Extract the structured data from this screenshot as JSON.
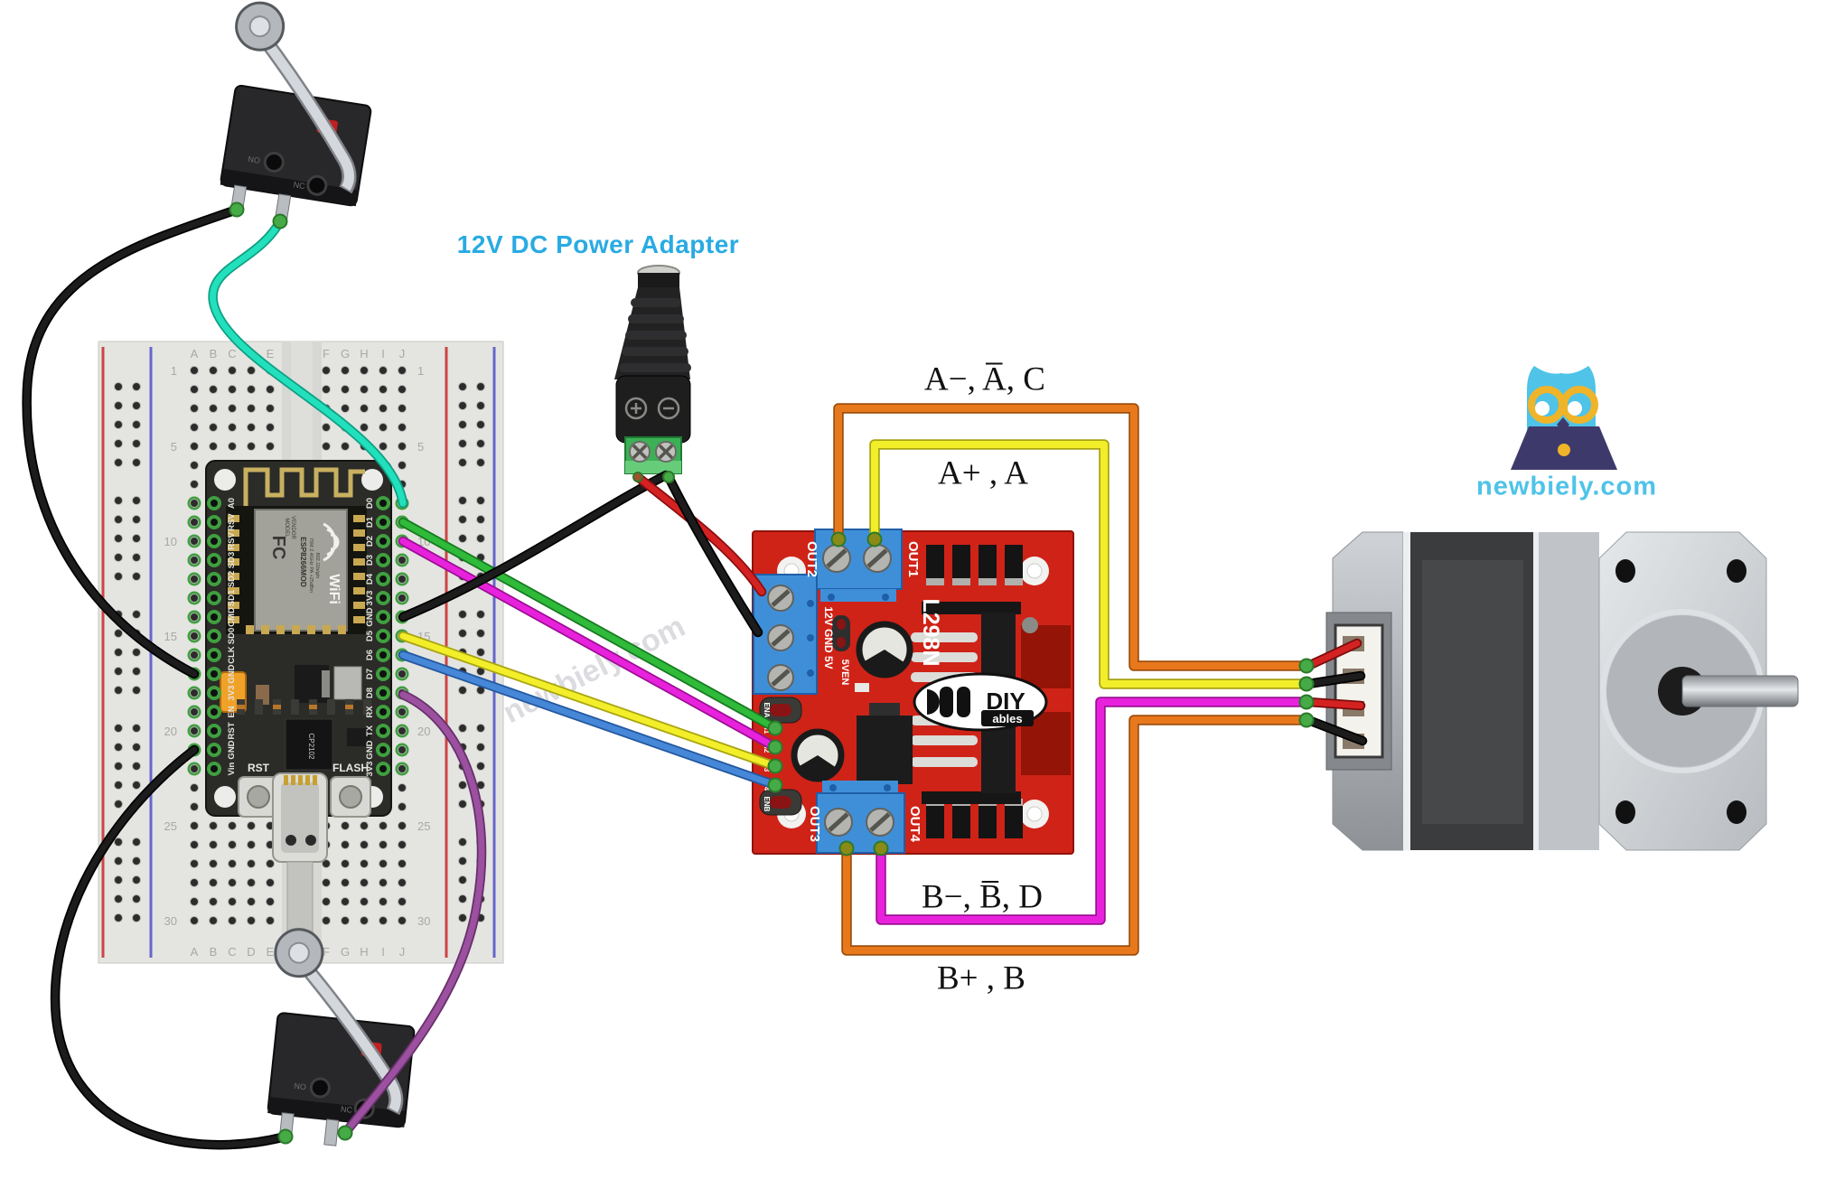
{
  "title": {
    "text": "12V DC Power Adapter",
    "color": "#29abe2"
  },
  "wire_labels": {
    "a_top": "A−, A̅, C",
    "a_bottom": "A+ , A",
    "b_top": "B−, B̅, D",
    "b_bottom": "B+ , B"
  },
  "watermark": "newbiely.com",
  "brand": {
    "name": "newbiely.com"
  },
  "l298n": {
    "name": "L298N",
    "out1": "OUT1",
    "out2": "OUT2",
    "out3": "OUT3",
    "out4": "OUT4",
    "power_pins": "12V GND 5V",
    "jumper": "5VEN",
    "control_pins": [
      "ENA",
      "IN1",
      "IN2",
      "IN3",
      "IN4",
      "ENB"
    ],
    "logo_top": "DIY",
    "logo_bottom": "ables"
  },
  "nodemcu": {
    "left_pins": [
      "A0",
      "RSV",
      "RSV",
      "SD3",
      "SD2",
      "SD1",
      "CMD",
      "SD0",
      "CLK",
      "GND",
      "3V3",
      "EN",
      "RST",
      "GND",
      "Vin"
    ],
    "right_pins": [
      "D0",
      "D1",
      "D2",
      "D3",
      "D4",
      "3V3",
      "GND",
      "D5",
      "D6",
      "D7",
      "D8",
      "RX",
      "TX",
      "GND",
      "3V3"
    ],
    "rst": "RST",
    "flash": "FLASH",
    "module": "ESP8266MOD",
    "fcc": "FC",
    "wifi": "WiFi",
    "model_label": "MODEL",
    "vendor_label": "VENDOR",
    "radio_line1": "ISM 2.4GHz PA +25dBm",
    "radio_line2": "802.11b/g/n",
    "usb_chip": "CP2102"
  },
  "switches": {
    "markings": [
      "NO",
      "NC"
    ]
  },
  "breadboard": {
    "columns": [
      "A",
      "B",
      "C",
      "D",
      "E",
      "F",
      "G",
      "H",
      "I",
      "J"
    ],
    "row_numbers": [
      "1",
      "5",
      "10",
      "15",
      "20",
      "25",
      "30"
    ]
  },
  "wire_colors": {
    "orange": "#e8781c",
    "yellow": "#f2ee2a",
    "magenta": "#e822dc",
    "green": "#2fba3a",
    "cyan": "#22e0bc",
    "blue": "#4687d8",
    "purple": "#9c50a0",
    "red": "#d42222",
    "black": "#1c1c1c"
  }
}
